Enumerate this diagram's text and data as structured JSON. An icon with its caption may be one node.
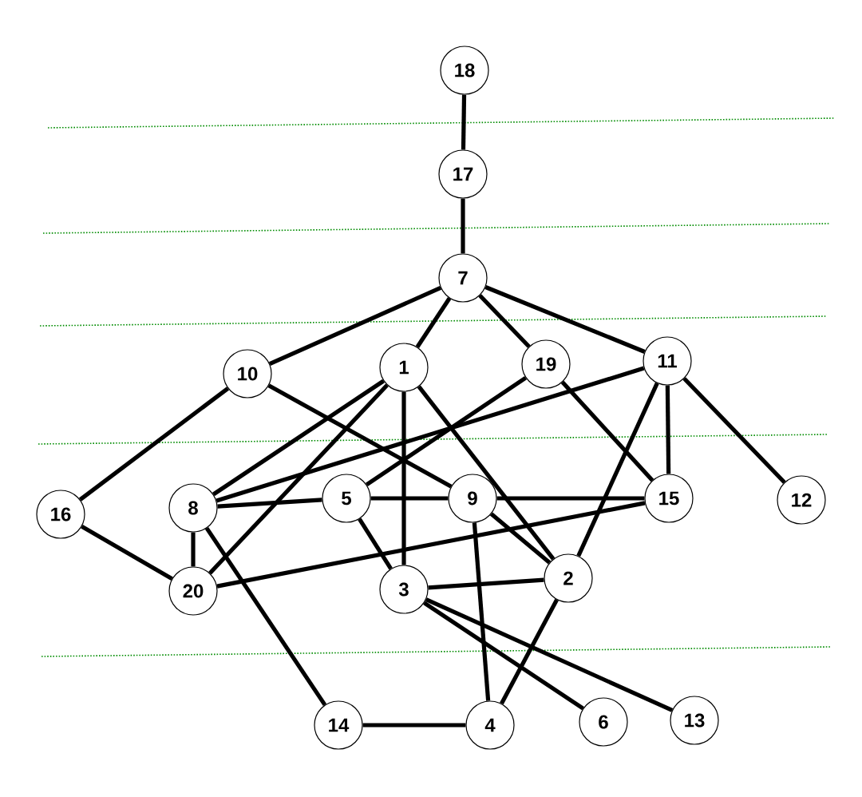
{
  "diagram": {
    "nodes": [
      {
        "text": [
          "18"
        ]
      },
      {
        "text": [
          "17"
        ]
      },
      {
        "text": [
          "7"
        ]
      },
      {
        "text": [
          "10"
        ]
      },
      {
        "text": [
          "1"
        ]
      },
      {
        "text": [
          "19"
        ]
      },
      {
        "text": [
          "11"
        ]
      },
      {
        "text": [
          "16"
        ]
      },
      {
        "text": [
          "8"
        ]
      },
      {
        "text": [
          "5"
        ]
      },
      {
        "text": [
          "9"
        ]
      },
      {
        "text": [
          "15"
        ]
      },
      {
        "text": [
          "12"
        ]
      },
      {
        "text": [
          "20"
        ]
      },
      {
        "text": [
          "3"
        ]
      },
      {
        "text": [
          "2"
        ]
      },
      {
        "text": [
          "14"
        ]
      },
      {
        "text": [
          "4"
        ]
      },
      {
        "text": [
          "6"
        ]
      },
      {
        "text": [
          "13"
        ]
      }
    ],
    "edges": [
      {
        "from": 0,
        "to": 1,
        "arrow": "none"
      },
      {
        "from": 1,
        "to": 2,
        "arrow": "none"
      },
      {
        "from": 2,
        "to": 3,
        "arrow": "none"
      },
      {
        "from": 2,
        "to": 4,
        "arrow": "none"
      },
      {
        "from": 2,
        "to": 5,
        "arrow": "none"
      },
      {
        "from": 2,
        "to": 6,
        "arrow": "none"
      },
      {
        "from": 3,
        "to": 7,
        "arrow": "none"
      },
      {
        "from": 3,
        "to": 10,
        "arrow": "none"
      },
      {
        "from": 4,
        "to": 8,
        "arrow": "none"
      },
      {
        "from": 4,
        "to": 13,
        "arrow": "none"
      },
      {
        "from": 4,
        "to": 14,
        "arrow": "none"
      },
      {
        "from": 4,
        "to": 15,
        "arrow": "none"
      },
      {
        "from": 5,
        "to": 9,
        "arrow": "none"
      },
      {
        "from": 5,
        "to": 11,
        "arrow": "none"
      },
      {
        "from": 6,
        "to": 8,
        "arrow": "none"
      },
      {
        "from": 6,
        "to": 11,
        "arrow": "none"
      },
      {
        "from": 6,
        "to": 12,
        "arrow": "none"
      },
      {
        "from": 6,
        "to": 15,
        "arrow": "none"
      },
      {
        "from": 8,
        "to": 9,
        "arrow": "none"
      },
      {
        "from": 9,
        "to": 10,
        "arrow": "none"
      },
      {
        "from": 10,
        "to": 11,
        "arrow": "none"
      },
      {
        "from": 8,
        "to": 13,
        "arrow": "none"
      },
      {
        "from": 8,
        "to": 16,
        "arrow": "none"
      },
      {
        "from": 7,
        "to": 13,
        "arrow": "none"
      },
      {
        "from": 13,
        "to": 11,
        "arrow": "none"
      },
      {
        "from": 9,
        "to": 14,
        "arrow": "none"
      },
      {
        "from": 10,
        "to": 15,
        "arrow": "none"
      },
      {
        "from": 10,
        "to": 17,
        "arrow": "none"
      },
      {
        "from": 14,
        "to": 15,
        "arrow": "none"
      },
      {
        "from": 14,
        "to": 18,
        "arrow": "none"
      },
      {
        "from": 14,
        "to": 19,
        "arrow": "none"
      },
      {
        "from": 15,
        "to": 17,
        "arrow": "none"
      },
      {
        "from": 16,
        "to": 17,
        "arrow": "none"
      }
    ]
  }
}
